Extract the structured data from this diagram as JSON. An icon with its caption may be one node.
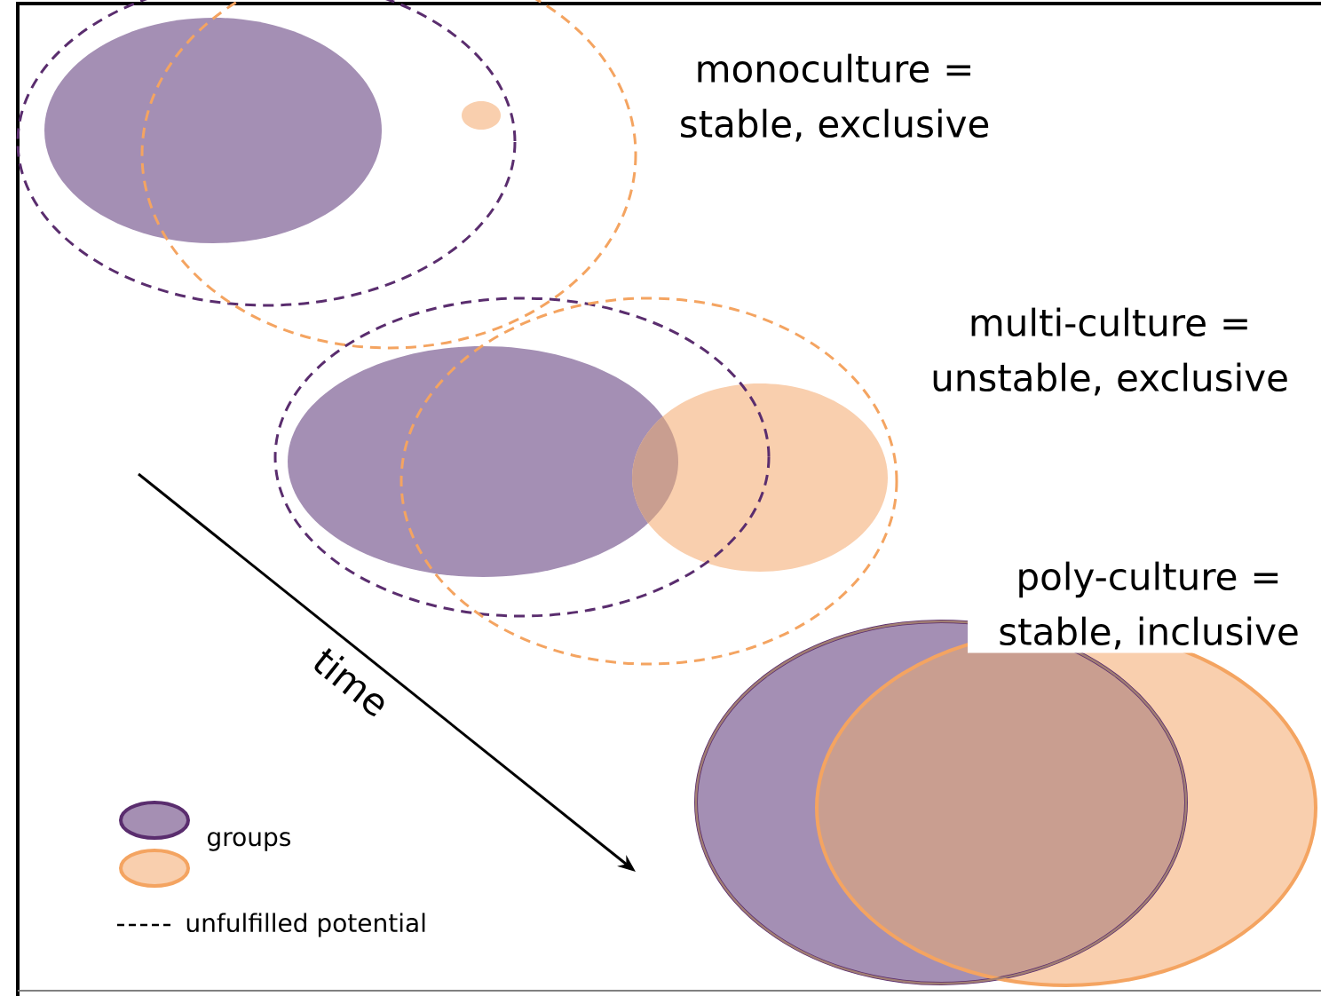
{
  "diagram": {
    "labels": [
      "monoculture = stable, exclusive",
      "multi-culture = unstable, exclusive",
      "poly-culture = stable, inclusive",
      "time"
    ],
    "legend": [
      {
        "text": "groups",
        "color": "#a58fb3"
      },
      {
        "text": "unfulfilled potential"
      }
    ]
  }
}
